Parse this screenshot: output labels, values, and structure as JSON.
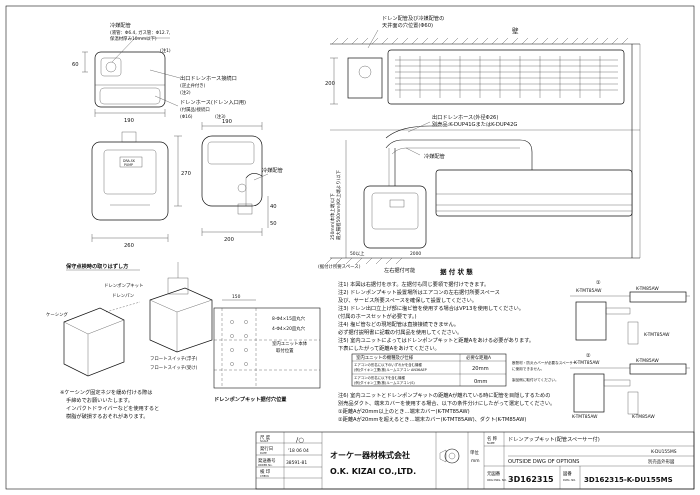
{
  "front_view": {
    "callout_drain_refrigerant": "冷媒配管",
    "callout_pipe_spec_1": "(液管：Φ6.4, ガス管：Φ12.7,",
    "callout_pipe_spec_2": "保温材厚み10mm以下)",
    "callout_outlet_1": "出口ドレンホース接続口",
    "callout_outlet_2": "(逆止弁付き)",
    "callout_inlet_1": "ドレンホース(ドレン入口用)",
    "callout_inlet_2": "(付属品)接続口",
    "callout_inlet_3": "(Φ16)",
    "note1": "(注1)",
    "note2": "(注2)",
    "note3": "(注3)",
    "dim_60": "60",
    "dim_190_top": "190",
    "dim_190_side": "190",
    "dim_270": "270",
    "dim_260": "260",
    "dim_200": "200",
    "dim_40": "40",
    "dim_50": "50",
    "side_refrigerant": "冷媒配管",
    "label_plate_1": "DRA-SK",
    "label_plate_2": "PUMP"
  },
  "install_view": {
    "top_callout_1": "ドレン配管及び冷媒配管の",
    "top_callout_2": "天井面の穴位置(Φ60)",
    "wall_label": "壁",
    "dim_200": "200",
    "outlet_hose_1": "出口ドレンホース(外径Φ26)",
    "outlet_hose_2": "別売品:K-DUP41GまたはK-DUP42G",
    "refrigerant_pipe": "冷媒配管",
    "vertical_note_1": "最大揚程500mm(Kit上端より)以下",
    "vertical_note_2": "250mm(本体上端)以下",
    "dim_50_up": "50以上",
    "dim_2000": "2000",
    "side_space": "(据付け所要スペース)",
    "left_space": "左右据付可能",
    "install_state": "据 付 状 態"
  },
  "cover_removal": {
    "title": "保守点検時の取りはずし方",
    "drain_pump_kit": "ドレンポンプキット",
    "drain_pan": "ドレンパン",
    "casing": "ケーシング",
    "float_switch_float": "フロートスイッチ(浮子)",
    "float_switch_case": "フロートスイッチ(受け)",
    "note_casing_1": "※ケーシング固定ネジを緩め付ける際は",
    "note_casing_2": "手締めでお願いいたします。",
    "note_casing_3": "インパクトドライバーなどを使用すると",
    "note_casing_4": "樹脂が破損するおそれがあります。"
  },
  "mounting_plan": {
    "dim_150": "150",
    "hole_label_1": "8-Φ4×15皿丸穴",
    "hole_label_2": "4-Φ4×20皿丸穴",
    "hole_label_3": "室内ユニット本体",
    "hole_label_4": "取付位置",
    "title": "ドレンポンプキット据付穴位置"
  },
  "notes": [
    "注1) 本図は右据付を示す。左据付も同じ要領で据付けできます。",
    "注2) ドレンポンプキット設置場所はエアコンの左右据付所要スペース",
    "     及び、サービス所要スペースを確保して設置してください。",
    "注3) ドレン出口立上げ部に塩ビ管を使用する場合はVP13を使用してください。",
    "     (付属のホースセットが必要です。)",
    "注4) 塩ビ管などの現地配管は直接接続できません。",
    "     必ず据付説明書に記載の付属品を使用してください。",
    "注5) 室内ユニットによってはドレンポンプキットと距離Aをあける必要があります。",
    "     下表にしたがって距離Aをあけてください。"
  ],
  "distance_table": {
    "header_unit": "室内ユニットの機種及び仕様",
    "header_distance": "必要な距離A",
    "rows": [
      {
        "unit_1": "エアコンの形名に以下のいずれかを含む機種",
        "unit_2": "(例)ダイキン工業(株)ルームエアコン AN36AEP",
        "distance": "20mm"
      },
      {
        "unit_1": "エアコンの形名に以下を含む機種",
        "unit_2": "(例)ダイキン工業(株)ルームエアコン(S)",
        "distance": "0mm"
      }
    ],
    "side_note_1": "断熱材・防炎カバーが必要なスペーサー",
    "side_note_2": "に使用できません。",
    "side_note_3": "製品側に取付けてください。"
  },
  "note6": [
    "注6) 室内ユニットとドレンポンプキットの距離Aが離れている時に配管を目隠しするための",
    "     別売品ダクト、端末カバーを使用する場合、以下の条件分けにしたがって選定してください。",
    "     ①距離Aが20mm以上のとき…端末カバー(K-TMT85AW)",
    "     ②距離Aが20mmを超えるとき…端末カバー(K-TMT85AW)、ダクト(K-TM85AW)"
  ],
  "option_views": {
    "view1_num": "①",
    "view1_cover": "K-TMT85AW",
    "view1_duct": "K-TM85AW",
    "view1_cover_b": "K-TMT85AW",
    "view2_num": "②",
    "view2_cover": "K-TMT85AW",
    "view2_duct": "K-TM85AW",
    "view2_cover_b": "K-TMT85AW",
    "view2_duct_b": "K-TM85AW"
  },
  "title_block": {
    "scale_label": "尺 度",
    "scale_sub": "SCALE",
    "issue_date_label": "発行日",
    "issue_date_sub": "DATE",
    "issue_date": "'18 06 04",
    "sheet_no_label": "発送番号",
    "sheet_no_sub": "ORDER No.",
    "sheet_no": "38591-81",
    "inspect_label": "検 印",
    "inspect_sub": "CHECK",
    "company_jp": "オーケー器材株式会社",
    "company_en": "O.K. KIZAI CO.,LTD.",
    "unit_label": "単位",
    "unit_value": "mm",
    "name_label": "名 称",
    "name_sub": "NAME",
    "product_name": "ドレンアップキット(配管スペーサー付)",
    "model_no": "K-DU155MS",
    "drawing_type": "OUTSIDE DWG OF OPTIONS",
    "drawing_type_jp": "別売品外形図",
    "drawing_no_label": "元図番",
    "drawing_no_sub": "ORG DWG. NO.",
    "drawing_no": "3D162315",
    "dwg_no_label": "図番",
    "dwg_no_sub": "DWG. NO.",
    "dwg_no": "3D162315-K-DU155MS"
  }
}
